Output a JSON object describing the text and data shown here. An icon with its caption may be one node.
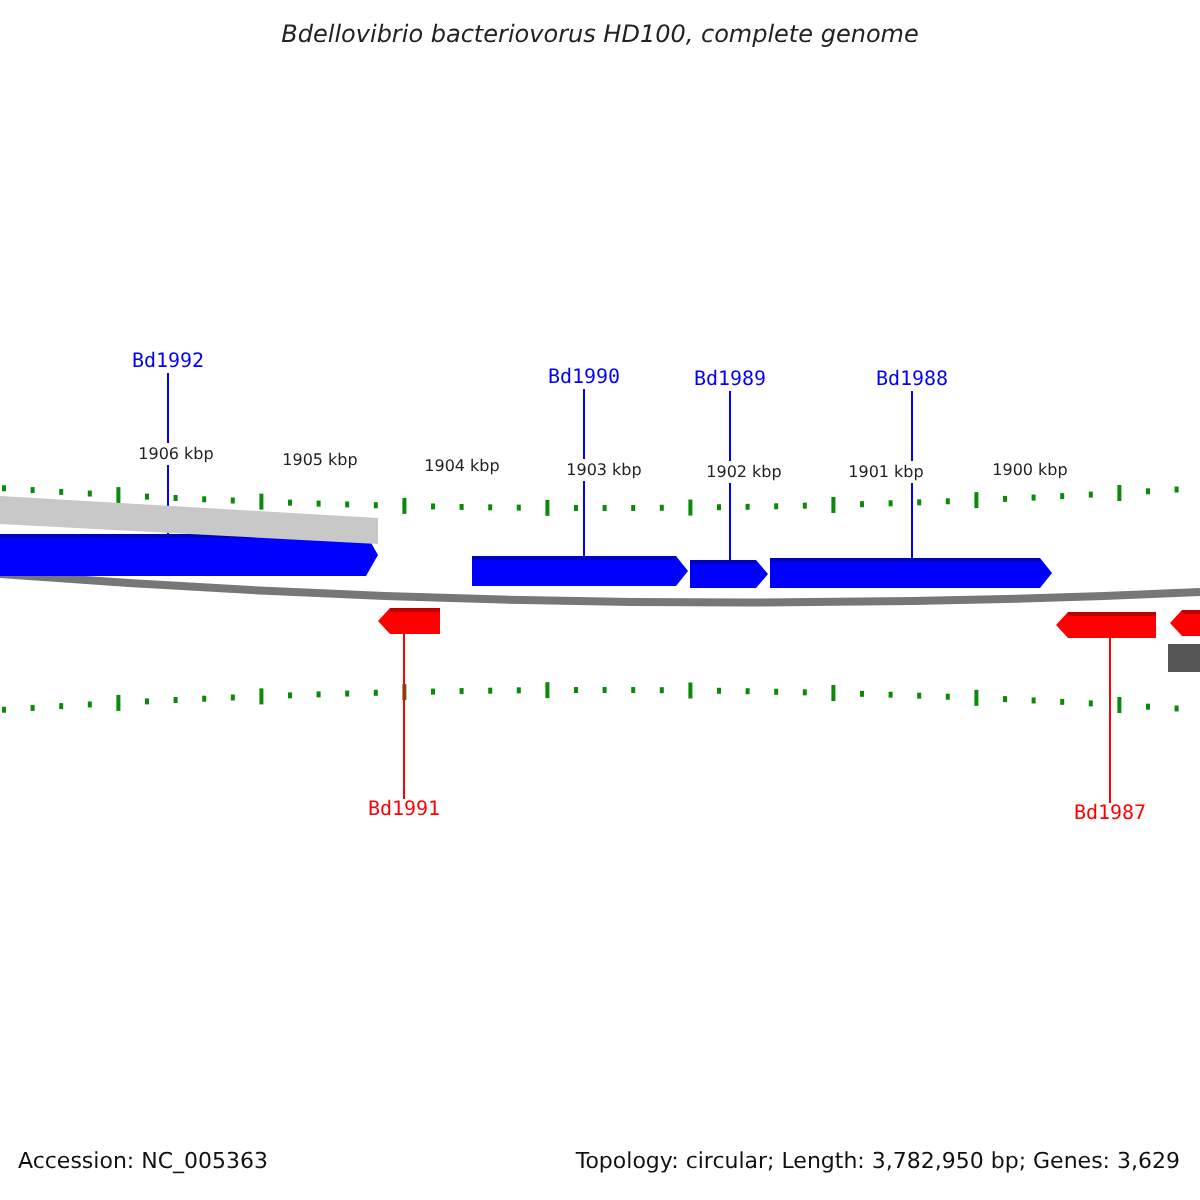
{
  "diagram": {
    "title": "Bdellovibrio bacteriovorus HD100, complete genome",
    "nodes": [
      {
        "text": [
          "Bd1992"
        ]
      },
      {
        "text": [],
        "shape": "arrow"
      },
      {
        "text": [
          "Bd1990"
        ]
      },
      {
        "text": [],
        "shape": "arrow"
      },
      {
        "text": [
          "Bd1989"
        ]
      },
      {
        "text": [],
        "shape": "arrow"
      },
      {
        "text": [
          "Bd1988"
        ]
      },
      {
        "text": [],
        "shape": "arrow"
      },
      {
        "text": [
          "Bd1991"
        ]
      },
      {
        "text": [],
        "shape": "arrow"
      },
      {
        "text": [
          "Bd1987"
        ]
      },
      {
        "text": [],
        "shape": "arrow"
      },
      {
        "text": [],
        "shape": "bar"
      },
      {
        "text": [],
        "shape": "arrow"
      },
      {
        "text": [],
        "shape": "box"
      }
    ],
    "edges": [
      {
        "from": 0,
        "to": 1,
        "arrow": "none"
      },
      {
        "from": 2,
        "to": 3,
        "arrow": "none"
      },
      {
        "from": 4,
        "to": 5,
        "arrow": "none"
      },
      {
        "from": 6,
        "to": 7,
        "arrow": "none"
      },
      {
        "from": 8,
        "to": 9,
        "arrow": "none",
        "color": "#ff0000"
      },
      {
        "from": 10,
        "to": 11,
        "arrow": "none",
        "color": "#ff0000"
      }
    ],
    "labels": [
      "1906 kbp",
      "1905 kbp",
      "1904 kbp",
      "1903 kbp",
      "1902 kbp",
      "1901 kbp",
      "1900 kbp",
      "Accession: NC_005363",
      "Topology: circular; Length: 3,782,950 bp; Genes: 3,629"
    ]
  }
}
